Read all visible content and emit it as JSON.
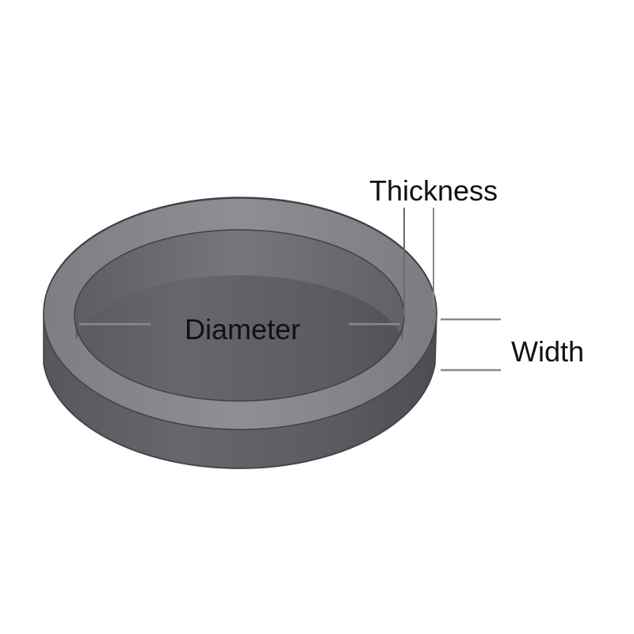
{
  "labels": {
    "thickness": "Thickness",
    "diameter": "Diameter",
    "width": "Width"
  },
  "colors": {
    "ring_outer_face": "#5f6166",
    "ring_top_face": "#888a8f",
    "ring_inner_wall": "#6e7075",
    "dimension_lines": "#8a8a8a",
    "label_text": "#111111",
    "background": "#ffffff"
  }
}
